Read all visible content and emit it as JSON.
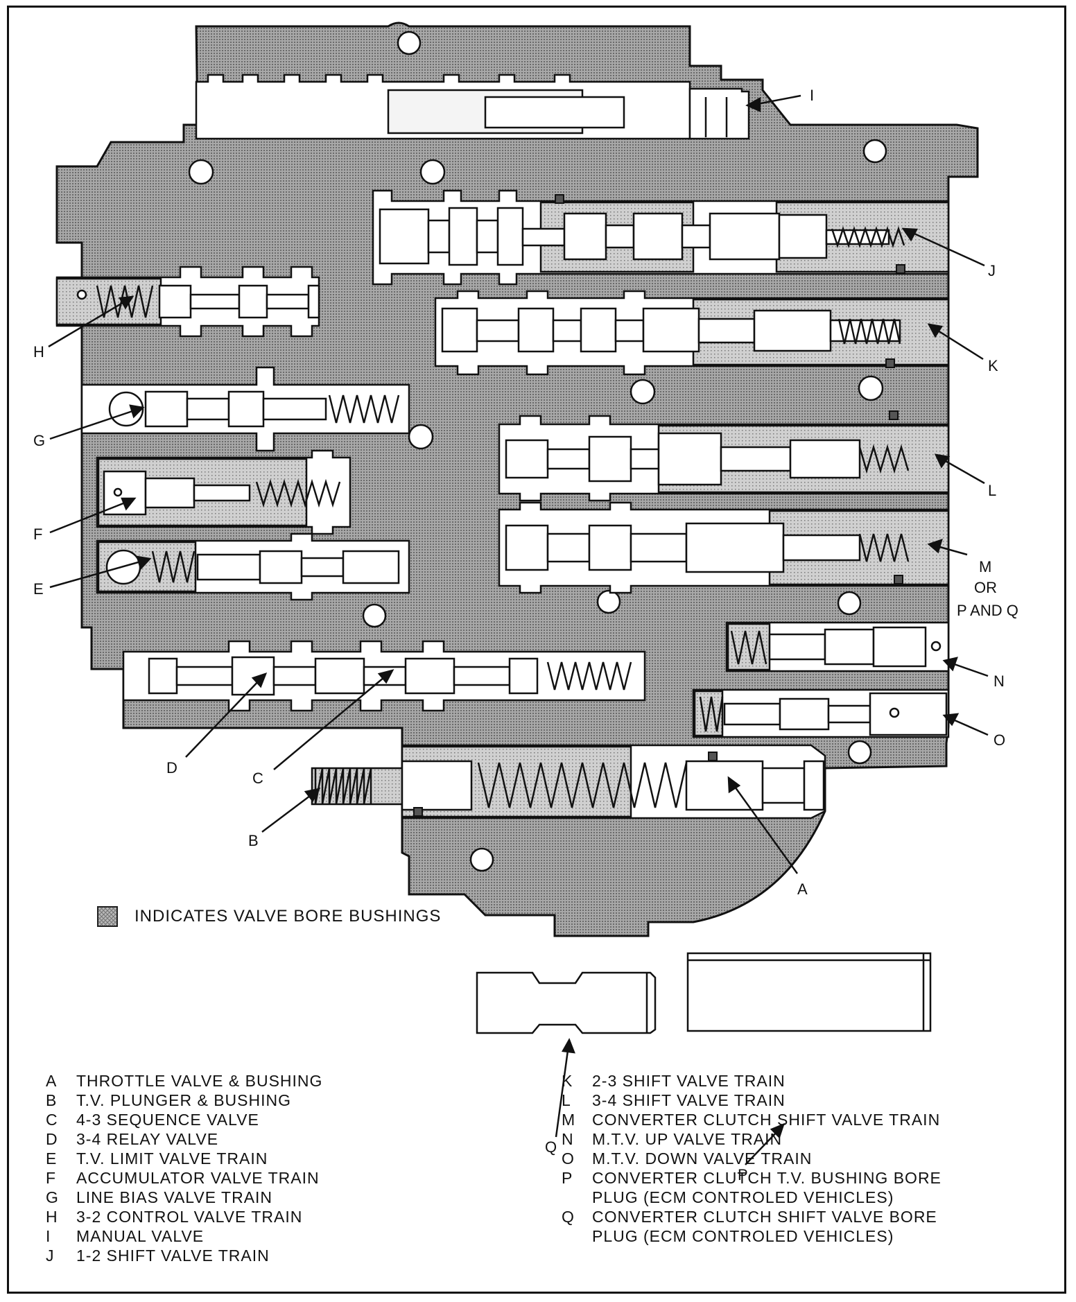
{
  "callout_labels": {
    "A": "A",
    "B": "B",
    "C": "C",
    "D": "D",
    "E": "E",
    "F": "F",
    "G": "G",
    "H": "H",
    "I": "I",
    "J": "J",
    "K": "K",
    "L": "L",
    "M_line1": "M",
    "M_line2": "OR",
    "M_line3": "P AND Q",
    "N": "N",
    "O": "O",
    "P": "P",
    "Q": "Q"
  },
  "legend": {
    "note": "INDICATES VALVE BORE BUSHINGS"
  },
  "key": {
    "left": [
      {
        "letter": "A",
        "text": "THROTTLE VALVE & BUSHING"
      },
      {
        "letter": "B",
        "text": "T.V. PLUNGER & BUSHING"
      },
      {
        "letter": "C",
        "text": "4-3 SEQUENCE VALVE"
      },
      {
        "letter": "D",
        "text": "3-4 RELAY VALVE"
      },
      {
        "letter": "E",
        "text": "T.V. LIMIT VALVE TRAIN"
      },
      {
        "letter": "F",
        "text": "ACCUMULATOR VALVE TRAIN"
      },
      {
        "letter": "G",
        "text": "LINE BIAS VALVE TRAIN"
      },
      {
        "letter": "H",
        "text": "3-2 CONTROL VALVE TRAIN"
      },
      {
        "letter": "I",
        "text": "MANUAL VALVE"
      },
      {
        "letter": "J",
        "text": "1-2 SHIFT VALVE TRAIN"
      }
    ],
    "right": [
      {
        "letter": "K",
        "text": "2-3 SHIFT VALVE TRAIN"
      },
      {
        "letter": "L",
        "text": "3-4 SHIFT VALVE TRAIN"
      },
      {
        "letter": "M",
        "text": "CONVERTER CLUTCH SHIFT VALVE TRAIN"
      },
      {
        "letter": "N",
        "text": "M.T.V. UP VALVE TRAIN"
      },
      {
        "letter": "O",
        "text": "M.T.V. DOWN VALVE TRAIN"
      },
      {
        "letter": "P",
        "text": "CONVERTER CLUTCH T.V. BUSHING BORE"
      },
      {
        "letter": "",
        "text": "PLUG (ECM CONTROLED VEHICLES)"
      },
      {
        "letter": "Q",
        "text": "CONVERTER CLUTCH SHIFT VALVE BORE"
      },
      {
        "letter": "",
        "text": "PLUG (ECM CONTROLED VEHICLES)"
      }
    ]
  },
  "colors": {
    "body_fill": "#9a9a9a",
    "bore_fill": "#ffffff",
    "bushing_fill": "#c4c4c4",
    "line": "#111111"
  }
}
